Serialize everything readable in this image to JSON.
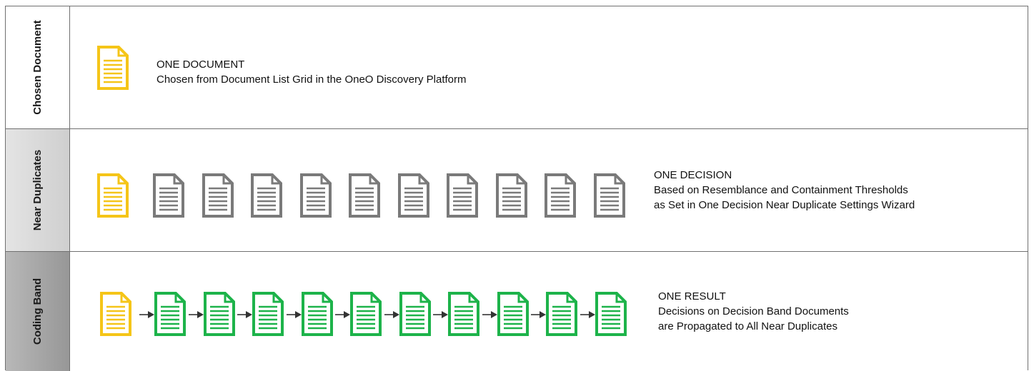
{
  "bands": [
    {
      "label": "Chosen Document",
      "title": "ONE DOCUMENT",
      "lines": [
        "Chosen from Document List Grid in the OneO Discovery Platform"
      ]
    },
    {
      "label": "Near Duplicates",
      "title": "ONE DECISION",
      "lines": [
        "Based on Resemblance and Containment Thresholds",
        "as Set in One Decision Near Duplicate Settings Wizard"
      ]
    },
    {
      "label": "Coding Band",
      "title": "ONE RESULT",
      "lines": [
        "Decisions on Decision Band Documents",
        "are Propagated to All Near Duplicates"
      ]
    }
  ],
  "colors": {
    "chosen": "#F5C518",
    "duplicate": "#7A7A7A",
    "coded": "#1DB34A",
    "arrow": "#333333",
    "border": "#707070"
  },
  "icons": {
    "document": "document-icon",
    "arrow": "arrow-right-icon"
  },
  "document_counts": {
    "chosen_band": 1,
    "near_duplicates": 10,
    "coded_documents": 10
  }
}
